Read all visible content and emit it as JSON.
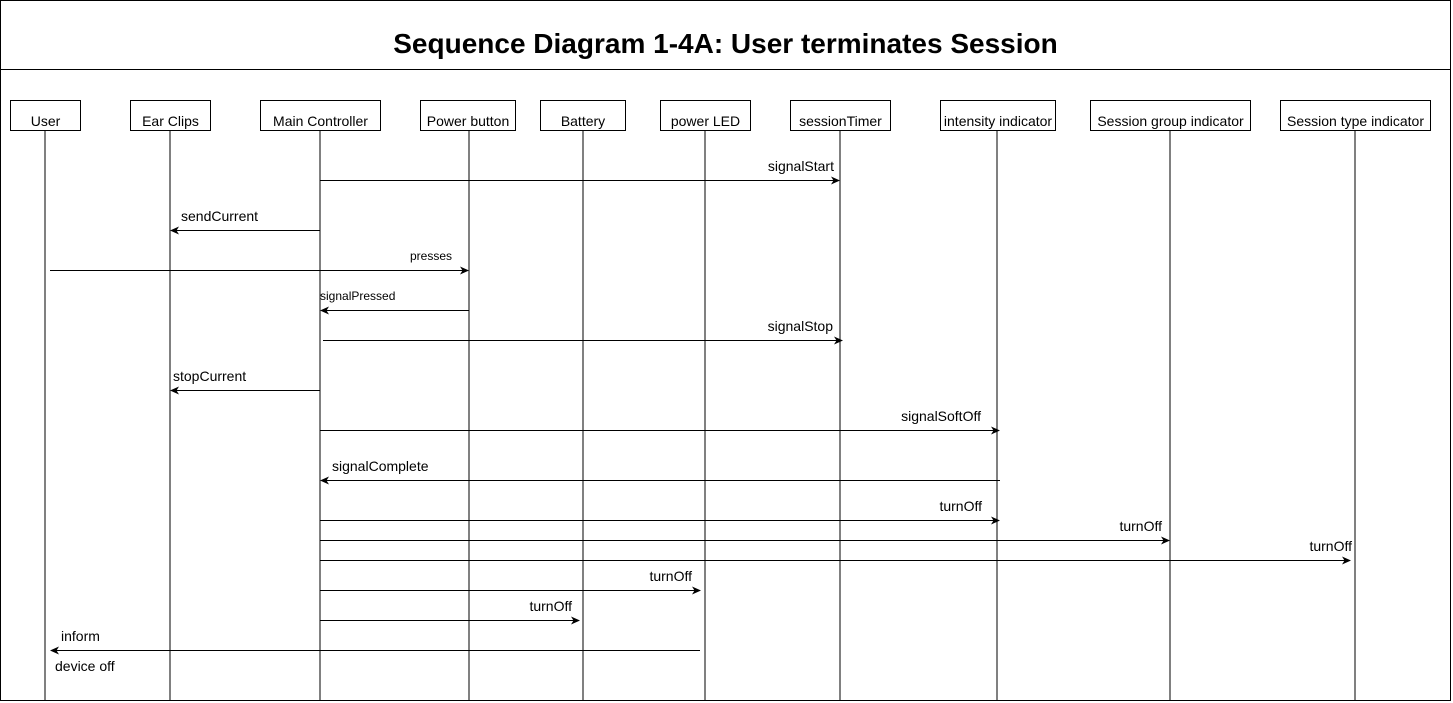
{
  "title": "Sequence Diagram 1-4A: User terminates Session",
  "participants": [
    {
      "id": "user",
      "label": "User"
    },
    {
      "id": "ear",
      "label": "Ear Clips"
    },
    {
      "id": "main",
      "label": "Main Controller"
    },
    {
      "id": "power",
      "label": "Power button"
    },
    {
      "id": "battery",
      "label": "Battery"
    },
    {
      "id": "led",
      "label": "power LED"
    },
    {
      "id": "timer",
      "label": "sessionTimer"
    },
    {
      "id": "intensity",
      "label": "intensity indicator"
    },
    {
      "id": "group",
      "label": "Session group indicator"
    },
    {
      "id": "type",
      "label": "Session type indicator"
    }
  ],
  "messages": [
    {
      "from": "main",
      "to": "timer",
      "label": "signalStart"
    },
    {
      "from": "main",
      "to": "ear",
      "label": "sendCurrent"
    },
    {
      "from": "user",
      "to": "power",
      "label": "presses"
    },
    {
      "from": "power",
      "to": "main",
      "label": "signalPressed"
    },
    {
      "from": "main",
      "to": "timer",
      "label": "signalStop"
    },
    {
      "from": "main",
      "to": "ear",
      "label": "stopCurrent"
    },
    {
      "from": "main",
      "to": "intensity",
      "label": "signalSoftOff"
    },
    {
      "from": "intensity",
      "to": "main",
      "label": "signalComplete"
    },
    {
      "from": "main",
      "to": "intensity",
      "label": "turnOff"
    },
    {
      "from": "main",
      "to": "group",
      "label": "turnOff"
    },
    {
      "from": "main",
      "to": "type",
      "label": "turnOff"
    },
    {
      "from": "main",
      "to": "led",
      "label": "turnOff"
    },
    {
      "from": "main",
      "to": "battery",
      "label": "turnOff"
    },
    {
      "from": "led",
      "to": "user",
      "label": "inform"
    }
  ],
  "notes": [
    {
      "label": "device off"
    }
  ]
}
